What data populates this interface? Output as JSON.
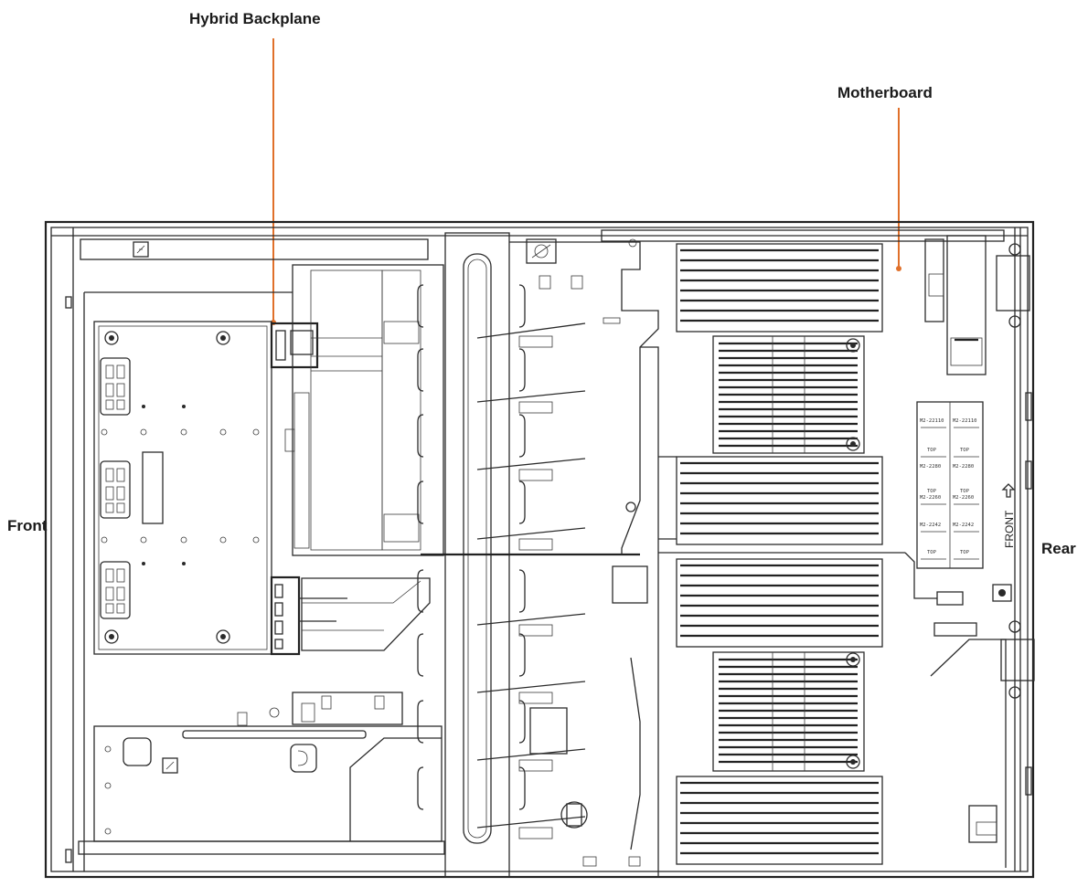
{
  "labels": {
    "hybrid_backplane": "Hybrid Backplane",
    "motherboard": "Motherboard",
    "front": "Front",
    "rear": "Rear",
    "front_marking": "FRONT"
  },
  "m2_slots": {
    "left_column": [
      "M2-22110",
      "TOP",
      "M2-2280",
      "TOP",
      "M2-2260",
      "M2-2242",
      "TOP"
    ],
    "right_column": [
      "M2-22110",
      "TOP",
      "M2-2280",
      "TOP",
      "M2-2260",
      "M2-2242",
      "TOP"
    ]
  },
  "colors": {
    "leader_line": "#e0702a",
    "line_art": "#2b2b2b",
    "background": "#ffffff"
  }
}
